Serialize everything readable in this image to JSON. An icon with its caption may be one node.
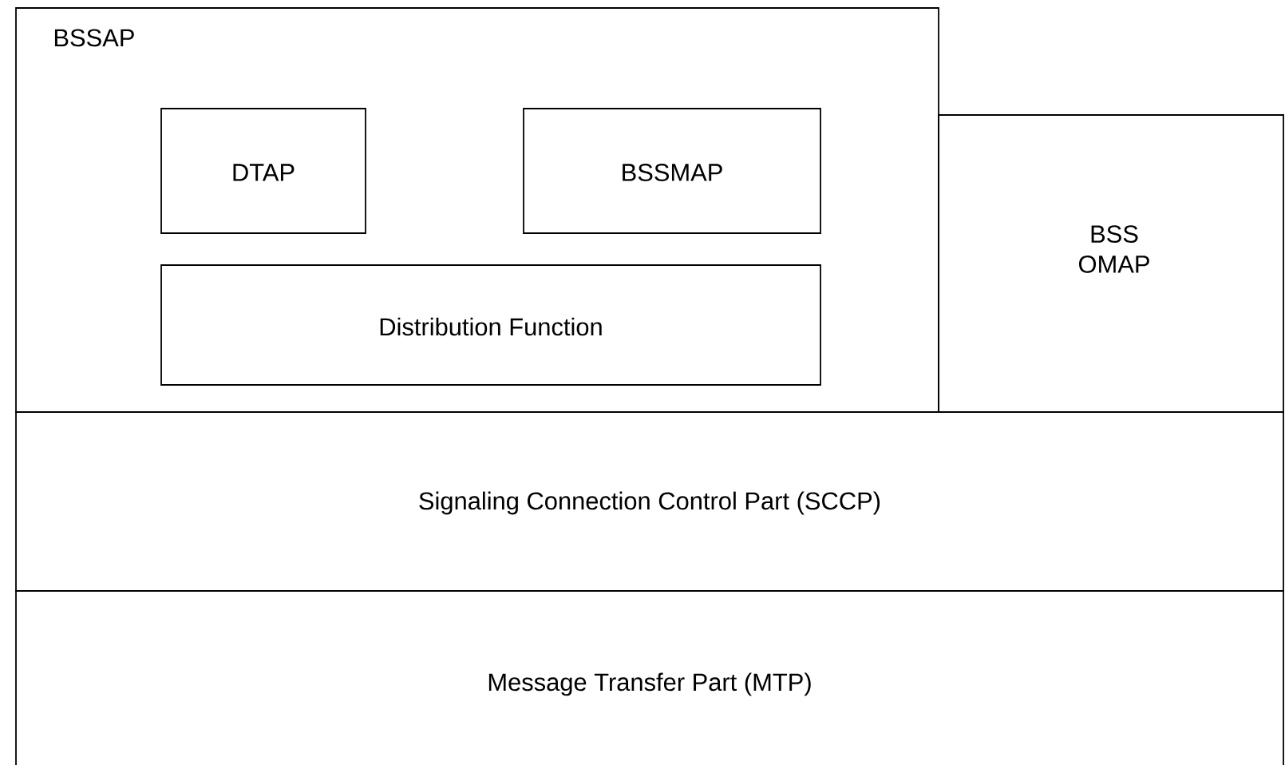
{
  "diagram": {
    "nodes": [
      {
        "text": [
          "BSSAP"
        ]
      },
      {
        "text": [
          "DTAP"
        ],
        "in": 0
      },
      {
        "text": [
          "BSSMAP"
        ],
        "in": 0
      },
      {
        "text": [
          "Distribution Function"
        ],
        "in": 0
      },
      {
        "text": [
          "BSS OMAP"
        ]
      },
      {
        "text": [
          "Signaling Connection Control Part (SCCP)"
        ]
      },
      {
        "text": [
          "Message Transfer Part (MTP)"
        ]
      }
    ]
  }
}
